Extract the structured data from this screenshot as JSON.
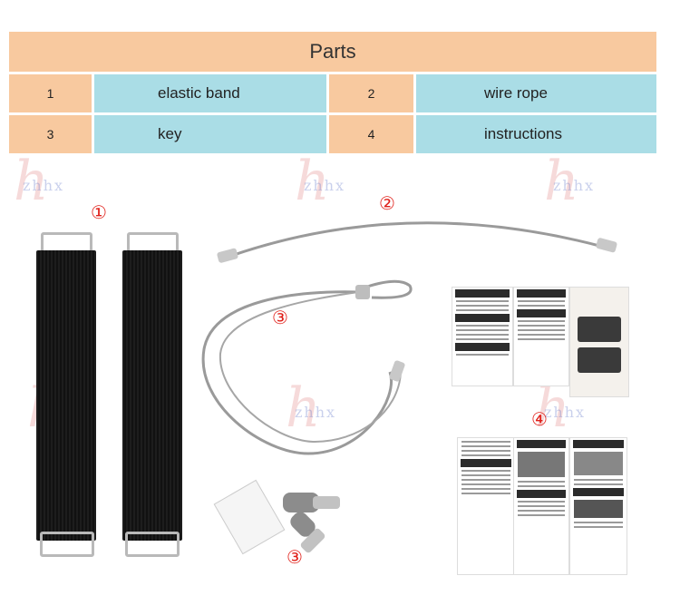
{
  "table": {
    "title": "Parts",
    "rows": [
      {
        "num_a": "1",
        "name_a": "elastic band",
        "num_b": "2",
        "name_b": "wire rope"
      },
      {
        "num_a": "3",
        "name_a": "key",
        "num_b": "4",
        "name_b": "instructions"
      }
    ]
  },
  "labels": {
    "strap": "①",
    "wire_rope": "②",
    "cable": "③",
    "key": "③",
    "instructions": "④"
  },
  "colors": {
    "header": "#f8c99f",
    "name_cell": "#aadde6",
    "label_red": "#e0201a"
  }
}
